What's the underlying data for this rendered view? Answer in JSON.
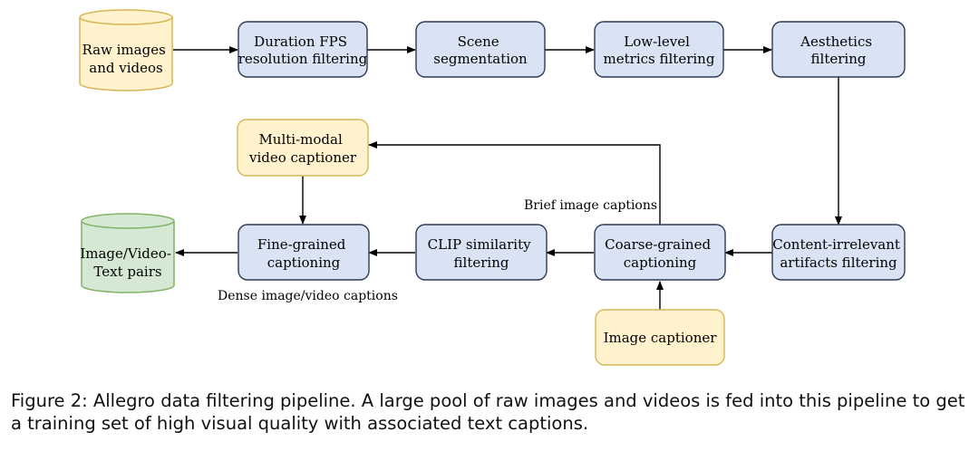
{
  "nodes": {
    "raw": [
      "Raw images",
      "and videos"
    ],
    "duration": [
      "Duration FPS",
      "resolution filtering"
    ],
    "scene": [
      "Scene",
      "segmentation"
    ],
    "lowlevel": [
      "Low-level",
      "metrics filtering"
    ],
    "aesthetics": [
      "Aesthetics",
      "filtering"
    ],
    "multimodal": [
      "Multi-modal",
      "video captioner"
    ],
    "pairs": [
      "Image/Video-",
      "Text pairs"
    ],
    "fine": [
      "Fine-grained",
      "captioning"
    ],
    "clip": [
      "CLIP similarity",
      "filtering"
    ],
    "coarse": [
      "Coarse-grained",
      "captioning"
    ],
    "content": [
      "Content-irrelevant",
      "artifacts filtering"
    ],
    "imgcap": [
      "Image captioner"
    ]
  },
  "labels": {
    "brief": "Brief image captions",
    "dense": "Dense image/video captions"
  },
  "caption": {
    "label": "Figure 2:",
    "text": "Allegro data filtering pipeline. A large pool of raw images and videos is fed into this pipeline to get a training set of high visual quality with associated text captions."
  },
  "colors": {
    "process_fill": "#dae3f3",
    "process_stroke": "#2b3a55",
    "yellow_fill": "#fff2cc",
    "yellow_stroke": "#d6b656",
    "green_fill": "#d5e8d4",
    "green_stroke": "#82b366"
  }
}
